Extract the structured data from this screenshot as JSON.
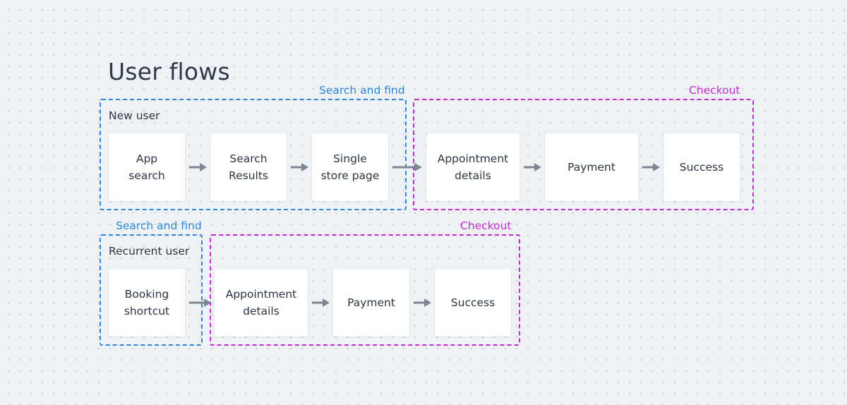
{
  "title": "User flows",
  "colors": {
    "search_group": "#2f86d6",
    "checkout_group": "#c62ad3",
    "arrow": "#7d8794",
    "card": "#ffffff",
    "background": "#eff2f5"
  },
  "flows": {
    "new_user": {
      "label": "New user",
      "search_group_label": "Search and find",
      "checkout_group_label": "Checkout",
      "steps": [
        "App\nsearch",
        "Search\nResults",
        "Single\nstore page",
        "Appointment\ndetails",
        "Payment",
        "Success"
      ]
    },
    "recurrent_user": {
      "label": "Recurrent user",
      "search_group_label": "Search and find",
      "checkout_group_label": "Checkout",
      "steps": [
        "Booking\nshortcut",
        "Appointment\ndetails",
        "Payment",
        "Success"
      ]
    }
  },
  "arrow_icon": "arrow-right-icon"
}
